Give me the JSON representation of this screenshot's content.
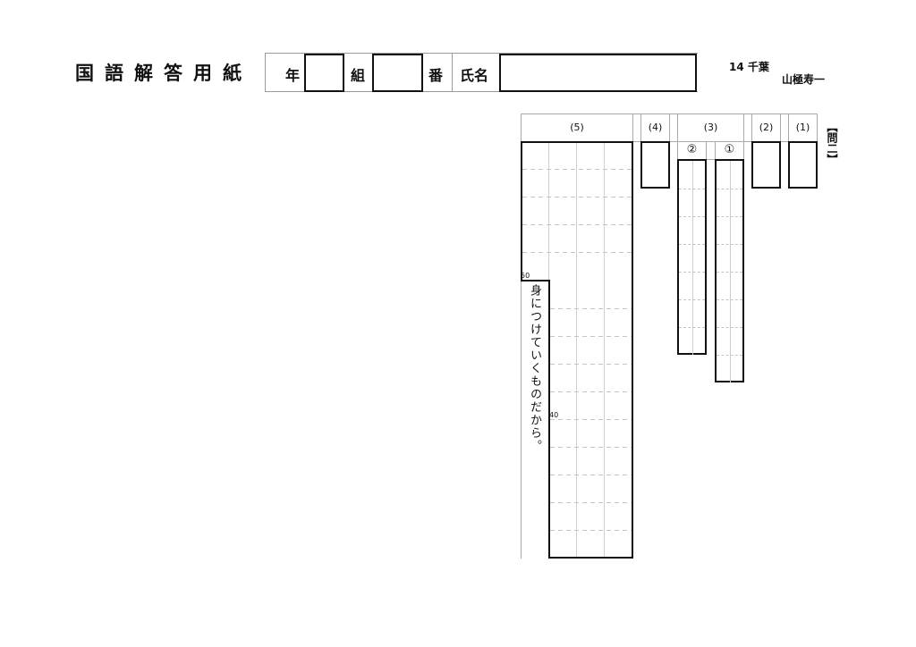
{
  "header": {
    "title": "国語解答用紙",
    "year_label": "年",
    "class_label": "組",
    "number_label": "番",
    "name_label": "氏名"
  },
  "source": {
    "exam": "14 千葉",
    "author": "山極寿一"
  },
  "section": {
    "heading": "【問二】",
    "questions": {
      "q1": "(1)",
      "q2": "(2)",
      "q3": "(3)",
      "q4": "(4)",
      "q5": "(5)"
    },
    "sub_items": {
      "sub1": "①",
      "sub2": "②"
    },
    "q5_given_text": "身につけていくものだから。",
    "q5_markers": {
      "m50": "50",
      "m40": "40"
    }
  }
}
